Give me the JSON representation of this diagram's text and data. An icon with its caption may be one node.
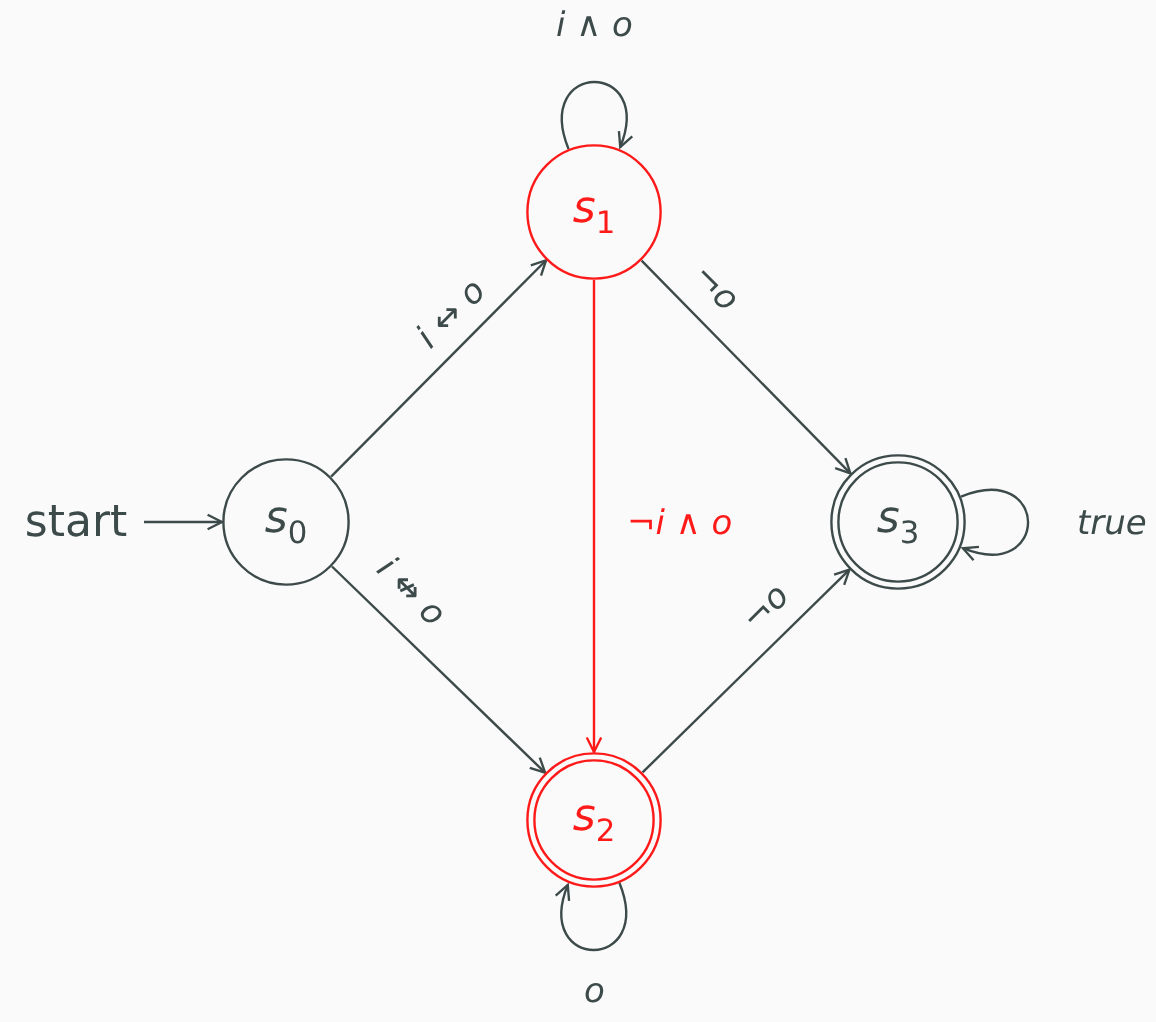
{
  "diagram": {
    "nodes": [
      {
        "text": [
          "start"
        ]
      },
      {
        "text": [
          "s$_{0}$"
        ]
      },
      {
        "text": [
          "s$_{1}$"
        ]
      },
      {
        "text": [
          "s$_{2}$"
        ]
      },
      {
        "text": [
          "s$_{3}$"
        ]
      }
    ],
    "edges": [
      {
        "from": 0,
        "to": 1,
        "arrow": "to"
      },
      {
        "from": 1,
        "to": 2,
        "arrow": "to",
        "label": "i ↔ o"
      },
      {
        "from": 1,
        "to": 3,
        "arrow": "to",
        "label": "i ↮ o"
      },
      {
        "from": 2,
        "to": 2,
        "arrow": "to",
        "label": "i ∧ o"
      },
      {
        "from": 2,
        "to": 4,
        "arrow": "to",
        "label": "¬o"
      },
      {
        "from": 2,
        "to": 3,
        "arrow": "to",
        "label": "¬i ∧ o",
        "color": "#ff1a1a"
      },
      {
        "from": 3,
        "to": 4,
        "arrow": "to",
        "label": "¬o"
      },
      {
        "from": 3,
        "to": 3,
        "arrow": "to",
        "label": "o"
      },
      {
        "from": 4,
        "to": 4,
        "arrow": "to",
        "label": "true"
      }
    ]
  }
}
